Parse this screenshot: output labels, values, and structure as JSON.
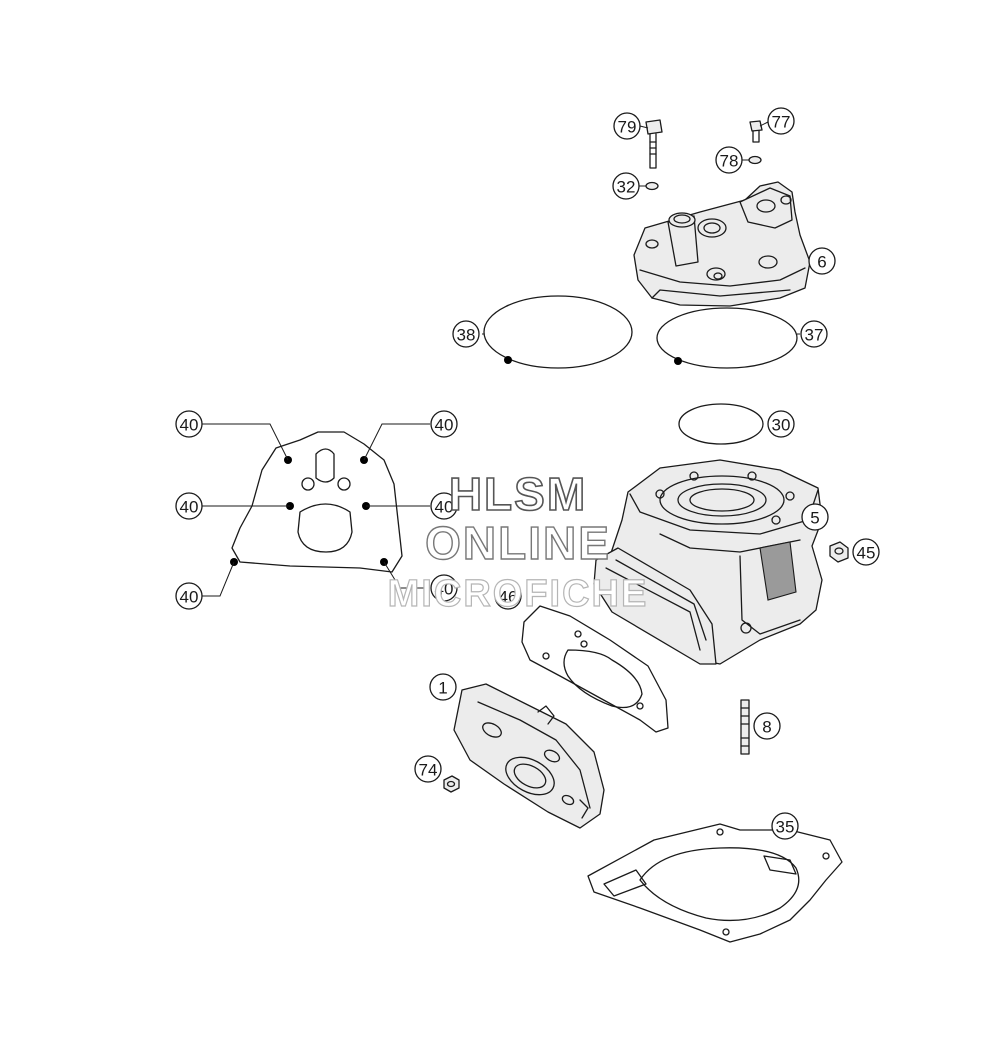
{
  "callouts": {
    "c79": "79",
    "c77": "77",
    "c78": "78",
    "c32": "32",
    "c6": "6",
    "c38": "38",
    "c37": "37",
    "c30": "30",
    "c5": "5",
    "c45": "45",
    "c46": "46",
    "c1": "1",
    "c8": "8",
    "c74": "74",
    "c35": "35",
    "c40a": "40",
    "c40b": "40",
    "c40c": "40",
    "c40d": "40",
    "c40e": "40",
    "c40f": "40"
  },
  "watermark": {
    "line1": "HLSM",
    "line2": "ONLINE",
    "line3": "MICROFICHE"
  }
}
